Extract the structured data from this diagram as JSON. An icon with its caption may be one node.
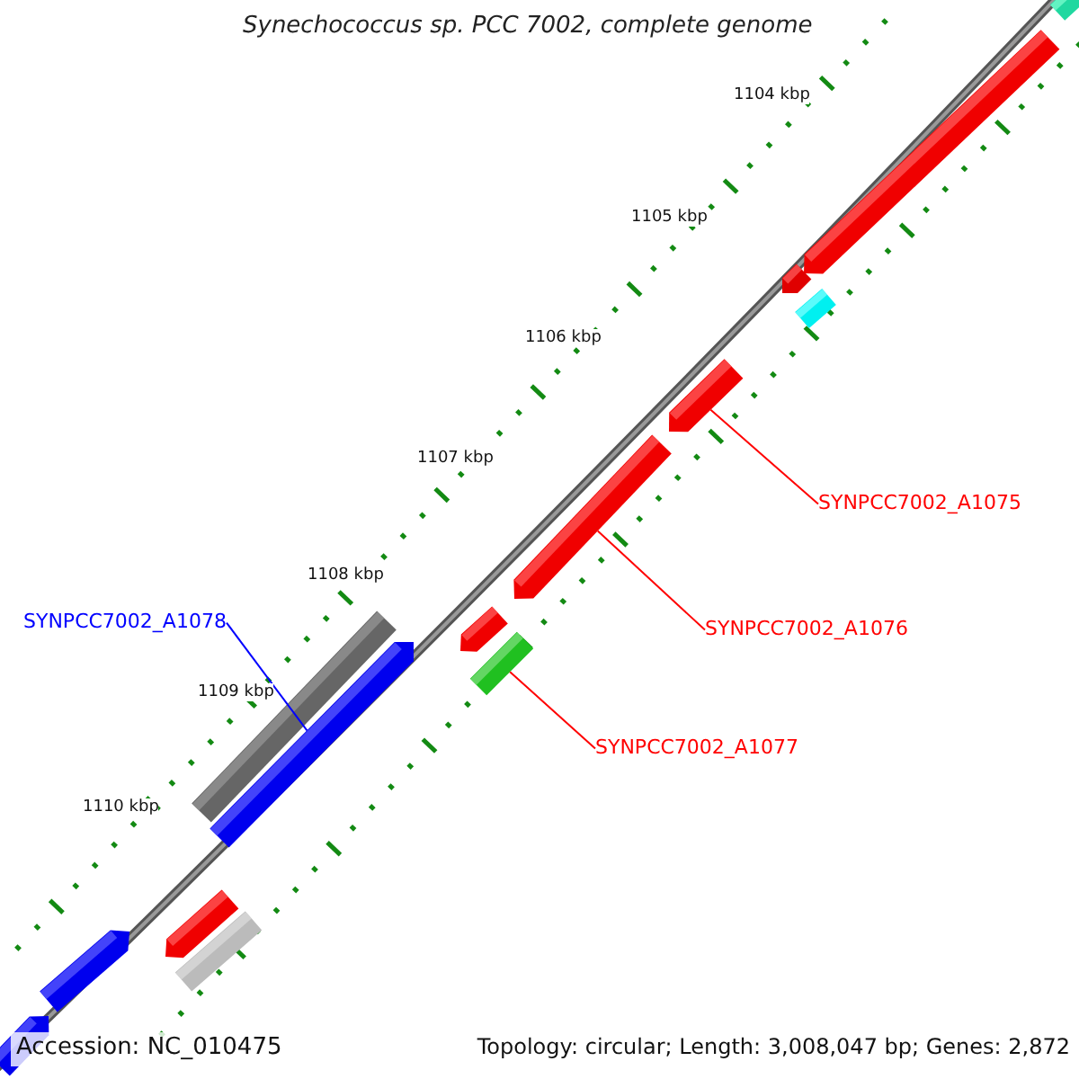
{
  "diagram": {
    "title": "Synechococcus sp. PCC 7002, complete genome",
    "nodes": [
      {
        "text": [
          "SYNPCC7002_A1075"
        ]
      },
      {
        "text": [],
        "shape": "bar"
      },
      {
        "text": [
          "SYNPCC7002_A1076"
        ]
      },
      {
        "text": [],
        "shape": "bar"
      },
      {
        "text": [
          "SYNPCC7002_A1078"
        ]
      },
      {
        "text": [],
        "shape": "bar"
      },
      {
        "text": [
          "SYNPCC7002_A1077"
        ]
      },
      {
        "text": [],
        "shape": "bar"
      },
      {
        "text": [],
        "shape": "bar"
      },
      {
        "text": [],
        "shape": "bar"
      },
      {
        "text": [],
        "shape": "bar"
      },
      {
        "text": [],
        "shape": "bar"
      },
      {
        "text": [],
        "shape": "bar"
      },
      {
        "text": [],
        "shape": "bar"
      },
      {
        "text": [],
        "shape": "bar"
      },
      {
        "text": [],
        "shape": "bar"
      },
      {
        "text": [],
        "shape": "bar"
      },
      {
        "text": [],
        "shape": "bar"
      }
    ],
    "edges": [
      {
        "from": 0,
        "to": 1,
        "arrow": "none"
      },
      {
        "from": 2,
        "to": 3,
        "arrow": "none"
      },
      {
        "from": 4,
        "to": 5,
        "arrow": "none",
        "color": "#0000ff"
      },
      {
        "from": 6,
        "to": 7,
        "arrow": "none"
      }
    ],
    "labels": [
      "1104 kbp",
      "1105 kbp",
      "1106 kbp",
      "1107 kbp",
      "1108 kbp",
      "1109 kbp",
      "1110 kbp",
      "Accession: NC_010475",
      "Topology: circular; Length: 3,008,047 bp; Genes: 2,872"
    ]
  }
}
